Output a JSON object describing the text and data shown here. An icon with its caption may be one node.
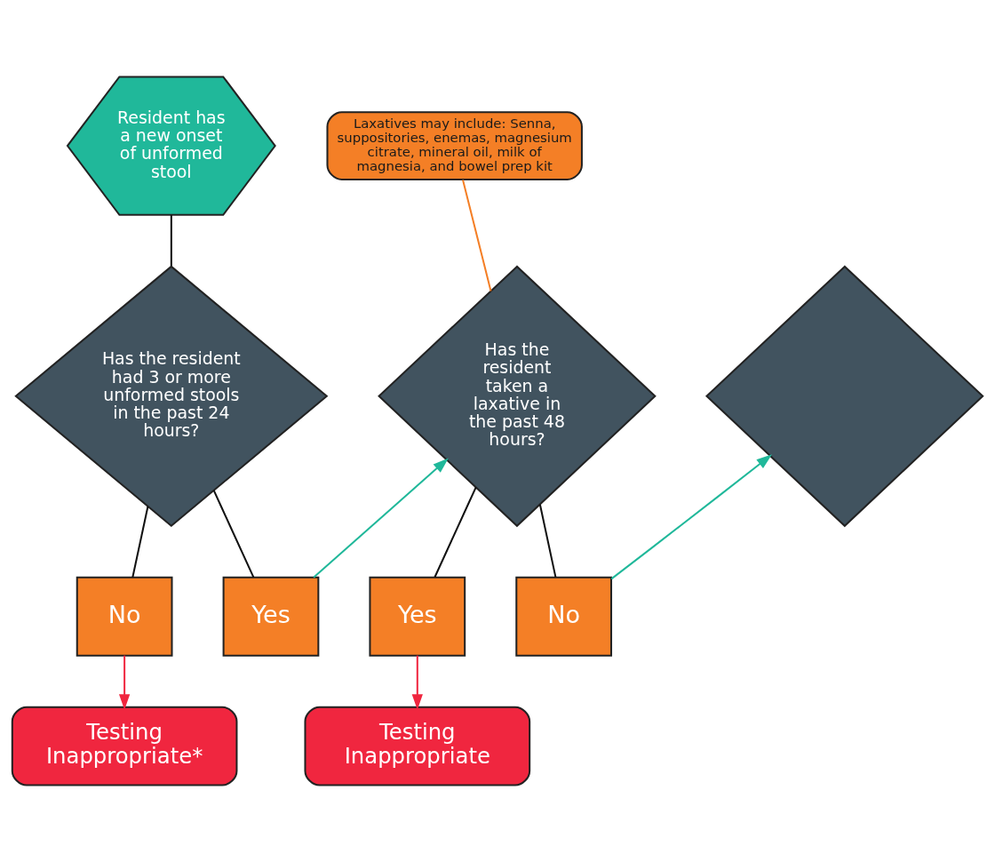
{
  "diagram": {
    "nodes": [
      {
        "text": [
          "Resident has a new onset of unformed stool"
        ]
      },
      {
        "text": [
          "Has the resident had 3 or more unformed stools in the past 24 hours?"
        ]
      },
      {
        "text": [
          "No"
        ]
      },
      {
        "text": [
          "Yes"
        ]
      },
      {
        "text": [
          "Testing Inappropriate*"
        ]
      },
      {
        "text": [
          "Has the resident taken a laxative in the past 48 hours?"
        ]
      },
      {
        "text": [
          "Yes"
        ]
      },
      {
        "text": [
          "No"
        ]
      },
      {
        "text": [
          "Testing Inappropriate"
        ]
      },
      {
        "text": [
          "Laxatives may include: Senna, suppositories, enemas, magnesium citrate, mineral oil, milk of magnesia, and bowel prep kit"
        ]
      },
      {
        "text": [],
        "shape": "diamond"
      }
    ],
    "edges": [
      {
        "from": 0,
        "to": 1,
        "arrow": "none"
      },
      {
        "from": 1,
        "to": 2,
        "arrow": "none"
      },
      {
        "from": 1,
        "to": 3,
        "arrow": "none"
      },
      {
        "from": 2,
        "to": 4,
        "arrow": "to",
        "color": "#f0263f"
      },
      {
        "from": 3,
        "to": 5,
        "arrow": "to",
        "color": "#20b89a"
      },
      {
        "from": 5,
        "to": 6,
        "arrow": "none"
      },
      {
        "from": 5,
        "to": 7,
        "arrow": "none"
      },
      {
        "from": 6,
        "to": 8,
        "arrow": "to",
        "color": "#f0263f"
      },
      {
        "from": 7,
        "to": 10,
        "arrow": "to",
        "color": "#20b89a"
      },
      {
        "from": 9,
        "to": 5,
        "arrow": "none",
        "color": "#f47f26"
      }
    ]
  }
}
